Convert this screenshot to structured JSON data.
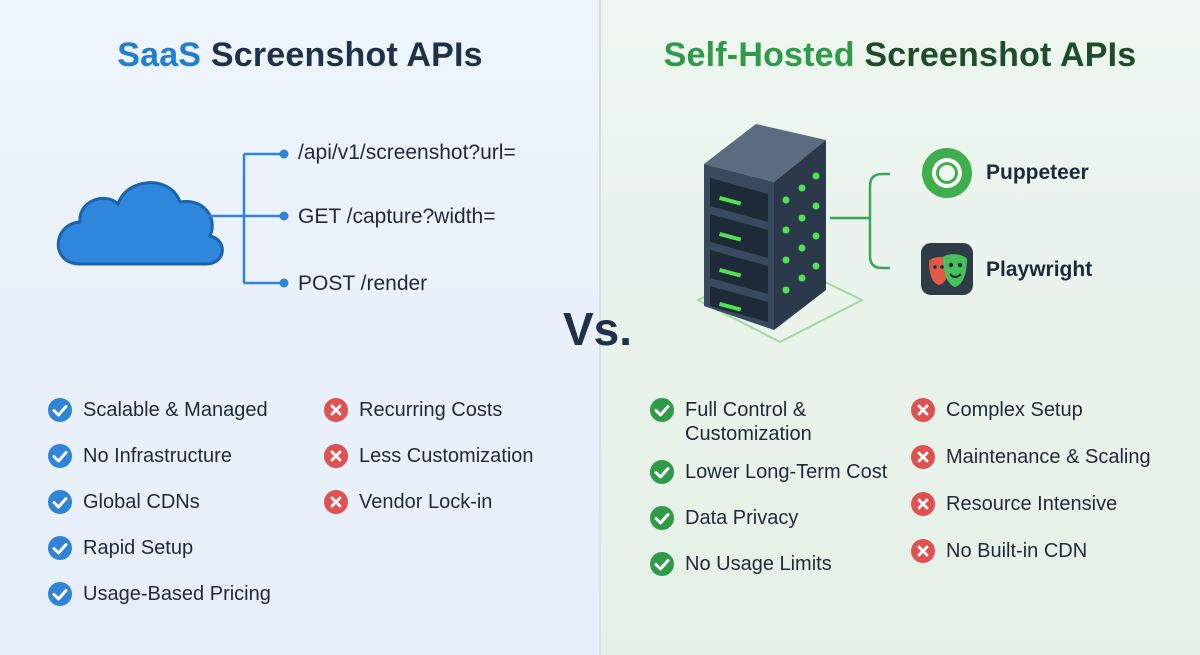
{
  "left": {
    "title_accent": "SaaS",
    "title_rest": "Screenshot APIs",
    "endpoints": [
      "/api/v1/screenshot?url=",
      "GET /capture?width=",
      "POST /render"
    ],
    "pros": [
      "Scalable & Managed",
      "No Infrastructure",
      "Global CDNs",
      "Rapid Setup",
      "Usage-Based Pricing"
    ],
    "cons": [
      "Recurring Costs",
      "Less Customization",
      "Vendor Lock-in"
    ]
  },
  "right": {
    "title_accent": "Self-Hosted",
    "title_rest": "Screenshot APIs",
    "tools": [
      "Puppeteer",
      "Playwright"
    ],
    "pros": [
      "Full Control &",
      "Customization",
      "Lower Long-Term Cost",
      "Data Privacy",
      "No Usage Limits"
    ],
    "cons": [
      "Complex Setup",
      "Maintenance & Scaling",
      "Resource Intensive",
      "No Built-in CDN"
    ]
  },
  "vs_label": "Vs.",
  "icons": {
    "left_main": "cloud-icon",
    "right_main": "server-rack-icon",
    "tool_1": "chrome-icon",
    "tool_2": "playwright-masks-icon",
    "pro": "check-icon",
    "con": "cross-icon"
  },
  "colors": {
    "saas_blue": "#1f7fd1",
    "self_green": "#2f9a48",
    "check_blue": "#2f84d8",
    "cross_red": "#e05252",
    "navy": "#1e3149"
  }
}
